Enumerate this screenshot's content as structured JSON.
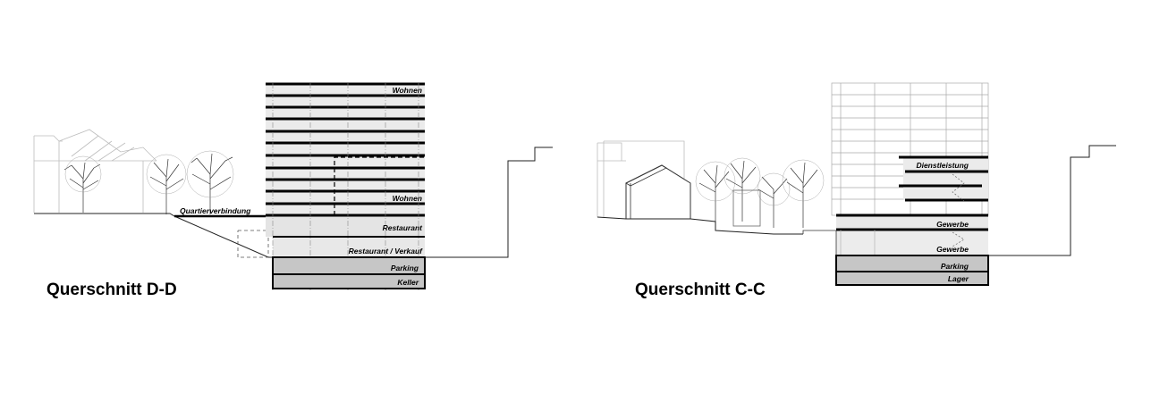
{
  "section_dd": {
    "title": "Querschnitt D-D",
    "labels": {
      "wohnen_top": "Wohnen",
      "wohnen_mid": "Wohnen",
      "quartierverbindung": "Quartierverbindung",
      "restaurant": "Restaurant",
      "restaurant_verkauf": "Restaurant / Verkauf",
      "parking": "Parking",
      "keller": "Keller"
    }
  },
  "section_cc": {
    "title": "Querschnitt C-C",
    "labels": {
      "dienstleistung": "Dienstleistung",
      "gewerbe_upper": "Gewerbe",
      "gewerbe_lower": "Gewerbe",
      "parking": "Parking",
      "lager": "Lager"
    }
  }
}
